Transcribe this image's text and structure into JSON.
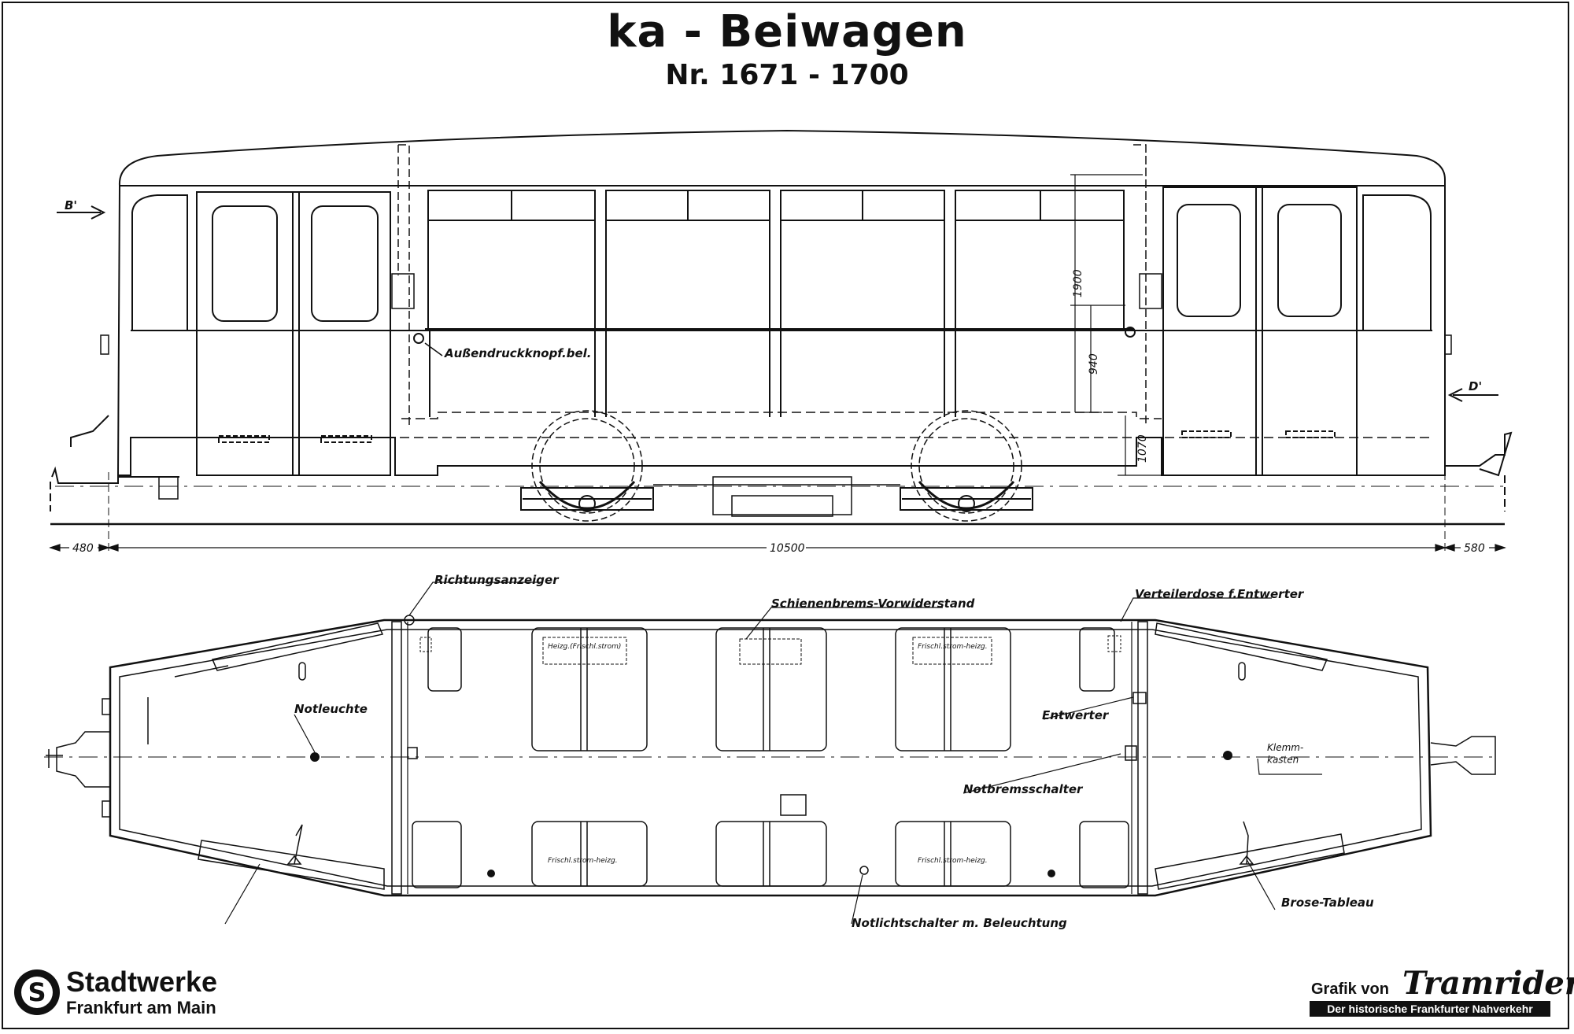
{
  "header": {
    "title": "ka - Beiwagen",
    "subtitle": "Nr. 1671 - 1700"
  },
  "side_view": {
    "arrow_left": "B'",
    "arrow_right": "D'",
    "label_push_button": "Außendruckknopf.bel.",
    "dim_height_window": "1900",
    "dim_height_lower": "940",
    "dim_height_floor": "1070",
    "dim_left_overhang": "480",
    "dim_length": "10500",
    "dim_right_overhang": "580"
  },
  "plan_view": {
    "label_direction_indicator": "Richtungsanzeiger",
    "label_rail_brake_resistor": "Schienenbrems-Vorwiderstand",
    "label_distribution_box": "Verteilerdose f.Entwerter",
    "label_emergency_light": "Notleuchte",
    "label_validator": "Entwerter",
    "label_emergency_brake_switch": "Notbremsschalter",
    "label_emergency_light_switch": "Notlichtschalter m. Beleuchtung",
    "label_brose_panel": "Brose-Tableau",
    "label_terminal_box": "Klemm-\nkasten",
    "seat_box_labels": [
      "Heizg.(Frischl.strom)",
      "Frischl.strom-heizg.",
      "Frischl.strom-heizg.",
      "Frischl.strom-heizg."
    ]
  },
  "footer": {
    "operator_name": "Stadtwerke",
    "operator_city": "Frankfurt am Main",
    "credit_prefix": "Grafik von",
    "credit_brand": "Tramrider",
    "credit_tagline": "Der historische Frankfurter Nahverkehr"
  }
}
